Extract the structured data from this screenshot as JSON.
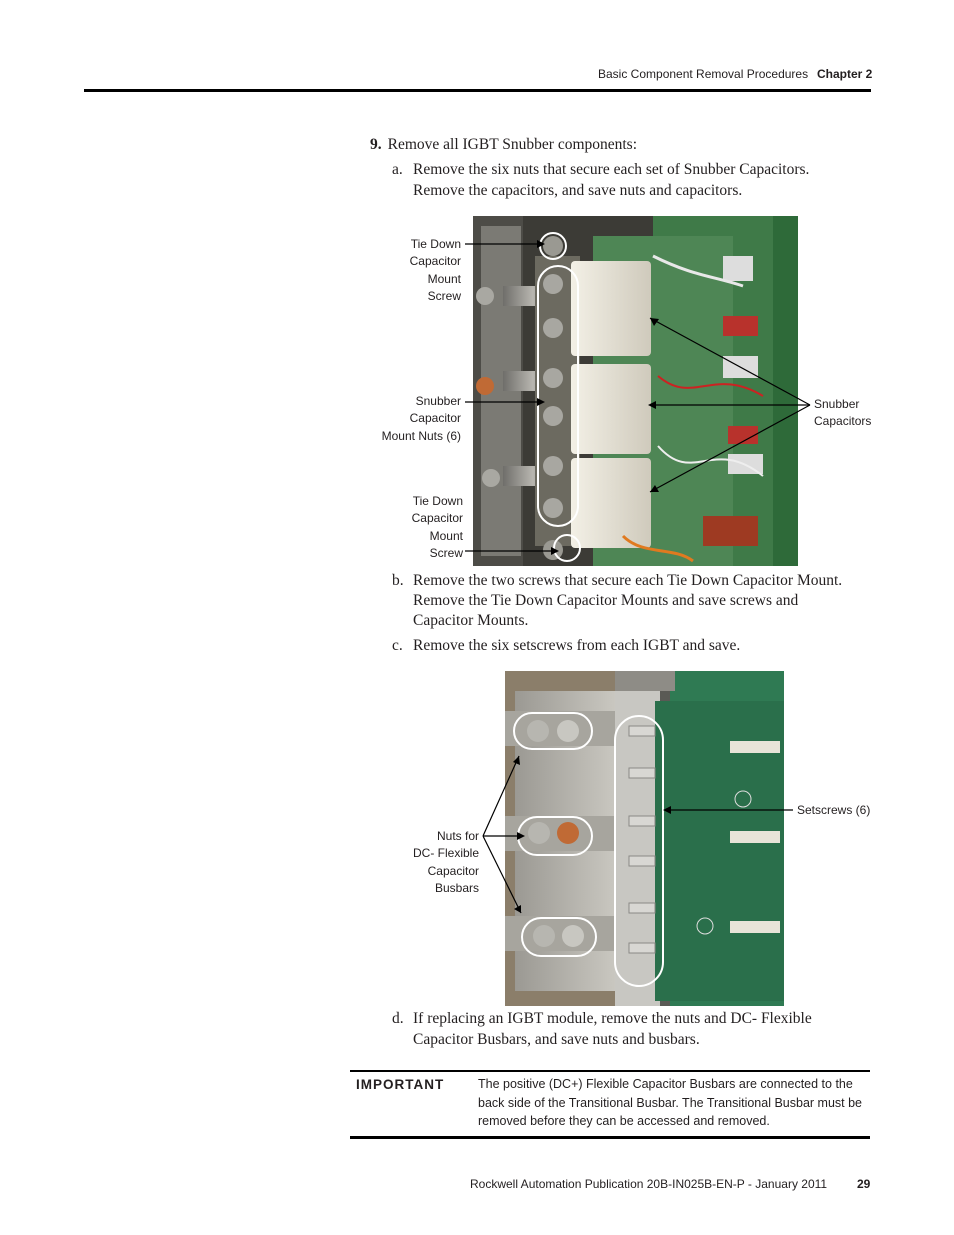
{
  "header": {
    "section_title": "Basic Component Removal Procedures",
    "chapter": "Chapter 2"
  },
  "step": {
    "number": "9.",
    "text": "Remove all IGBT Snubber components:"
  },
  "substeps": [
    {
      "letter": "a.",
      "lines": [
        "Remove the six nuts that secure each set of Snubber Capacitors.",
        "Remove the capacitors, and save nuts and capacitors."
      ]
    },
    {
      "letter": "b.",
      "lines": [
        "Remove the two screws that secure each Tie Down Capacitor Mount.",
        "Remove the Tie Down Capacitor Mounts and save screws and",
        "Capacitor Mounts."
      ]
    },
    {
      "letter": "c.",
      "lines": [
        "Remove the six setscrews from each IGBT and save."
      ]
    },
    {
      "letter": "d.",
      "lines": [
        "If replacing an IGBT module, remove the nuts and DC- Flexible",
        "Capacitor Busbars, and save nuts and busbars."
      ]
    }
  ],
  "figure1": {
    "callouts": {
      "tie_down_top": [
        "Tie Down",
        "Capacitor",
        "Mount",
        "Screw"
      ],
      "mount_nuts": [
        "Snubber",
        "Capacitor",
        "Mount Nuts (6)"
      ],
      "tie_down_bottom": [
        "Tie Down",
        "Capacitor",
        "Mount",
        "Screw"
      ],
      "snubber_caps": [
        "Snubber",
        "Capacitors"
      ]
    }
  },
  "figure2": {
    "callouts": {
      "setscrews": [
        "Setscrews (6)"
      ],
      "nuts": [
        "Nuts for",
        "DC- Flexible",
        "Capacitor",
        "Busbars"
      ]
    }
  },
  "important": {
    "label": "IMPORTANT",
    "lines": [
      "The positive (DC+) Flexible Capacitor Busbars are connected to the",
      "back side of the Transitional Busbar. The Transitional Busbar must be",
      "removed before they can be accessed and removed."
    ]
  },
  "footer": {
    "publication": "Rockwell Automation Publication 20B-IN025B-EN-P - January 2011",
    "page_number": "29"
  }
}
